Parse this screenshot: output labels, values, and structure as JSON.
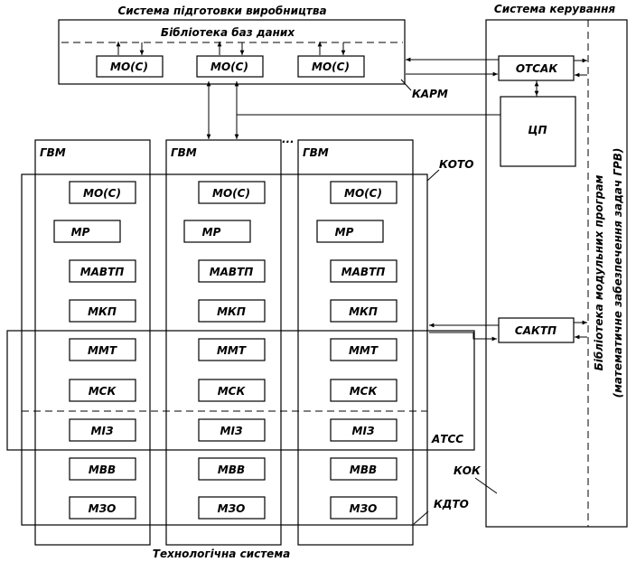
{
  "titles": {
    "production_prep": "Система підготовки виробництва",
    "control_system": "Система керування",
    "db_library": "Бібліотека баз даних",
    "tech_system": "Технологічна система",
    "module_library": "Бібліотека модульних програм",
    "math_support": "(математичне забезпечення задач ГРВ)"
  },
  "labels": {
    "karm": "КАРМ",
    "koto": "КОТО",
    "atss": "АТСС",
    "kok": "КОК",
    "kdto": "КДТО",
    "otsak": "ОТСАК",
    "tsp": "ЦП",
    "saktp": "САКТП",
    "ellipsis": "..."
  },
  "db_modules": [
    "МО(С)",
    "МО(С)",
    "МО(С)"
  ],
  "columns": [
    {
      "header": "ГВМ",
      "modules": [
        "МО(С)",
        "МР",
        "МАВТП",
        "МКП",
        "ММТ",
        "МСК",
        "МІЗ",
        "МВВ",
        "МЗО"
      ]
    },
    {
      "header": "ГВМ",
      "modules": [
        "МО(С)",
        "МР",
        "МАВТП",
        "МКП",
        "ММТ",
        "МСК",
        "МІЗ",
        "МВВ",
        "МЗО"
      ]
    },
    {
      "header": "ГВМ",
      "modules": [
        "МО(С)",
        "МР",
        "МАВТП",
        "МКП",
        "ММТ",
        "МСК",
        "МІЗ",
        "МВВ",
        "МЗО"
      ]
    }
  ]
}
